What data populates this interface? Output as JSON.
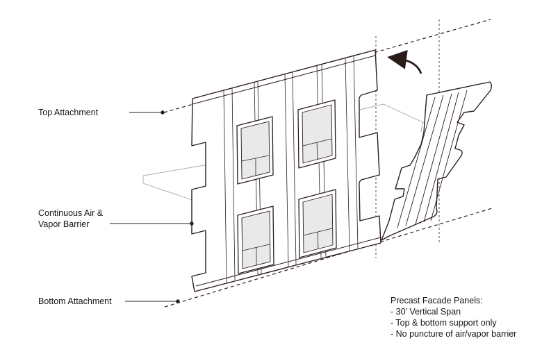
{
  "labels": {
    "top_attachment": "Top Attachment",
    "air_vapor_barrier_line1": "Continuous Air &",
    "air_vapor_barrier_line2": "Vapor Barrier",
    "bottom_attachment": "Bottom Attachment"
  },
  "notes": {
    "title": "Precast Facade Panels:",
    "items": [
      "- 30' Vertical Span",
      "- Top & bottom support only",
      "- No puncture of air/vapor barrier"
    ]
  },
  "colors": {
    "line": "#2b1c1c",
    "slab": "#a8a8a8",
    "glass": "#e9e9e9",
    "text": "#1a1414"
  }
}
